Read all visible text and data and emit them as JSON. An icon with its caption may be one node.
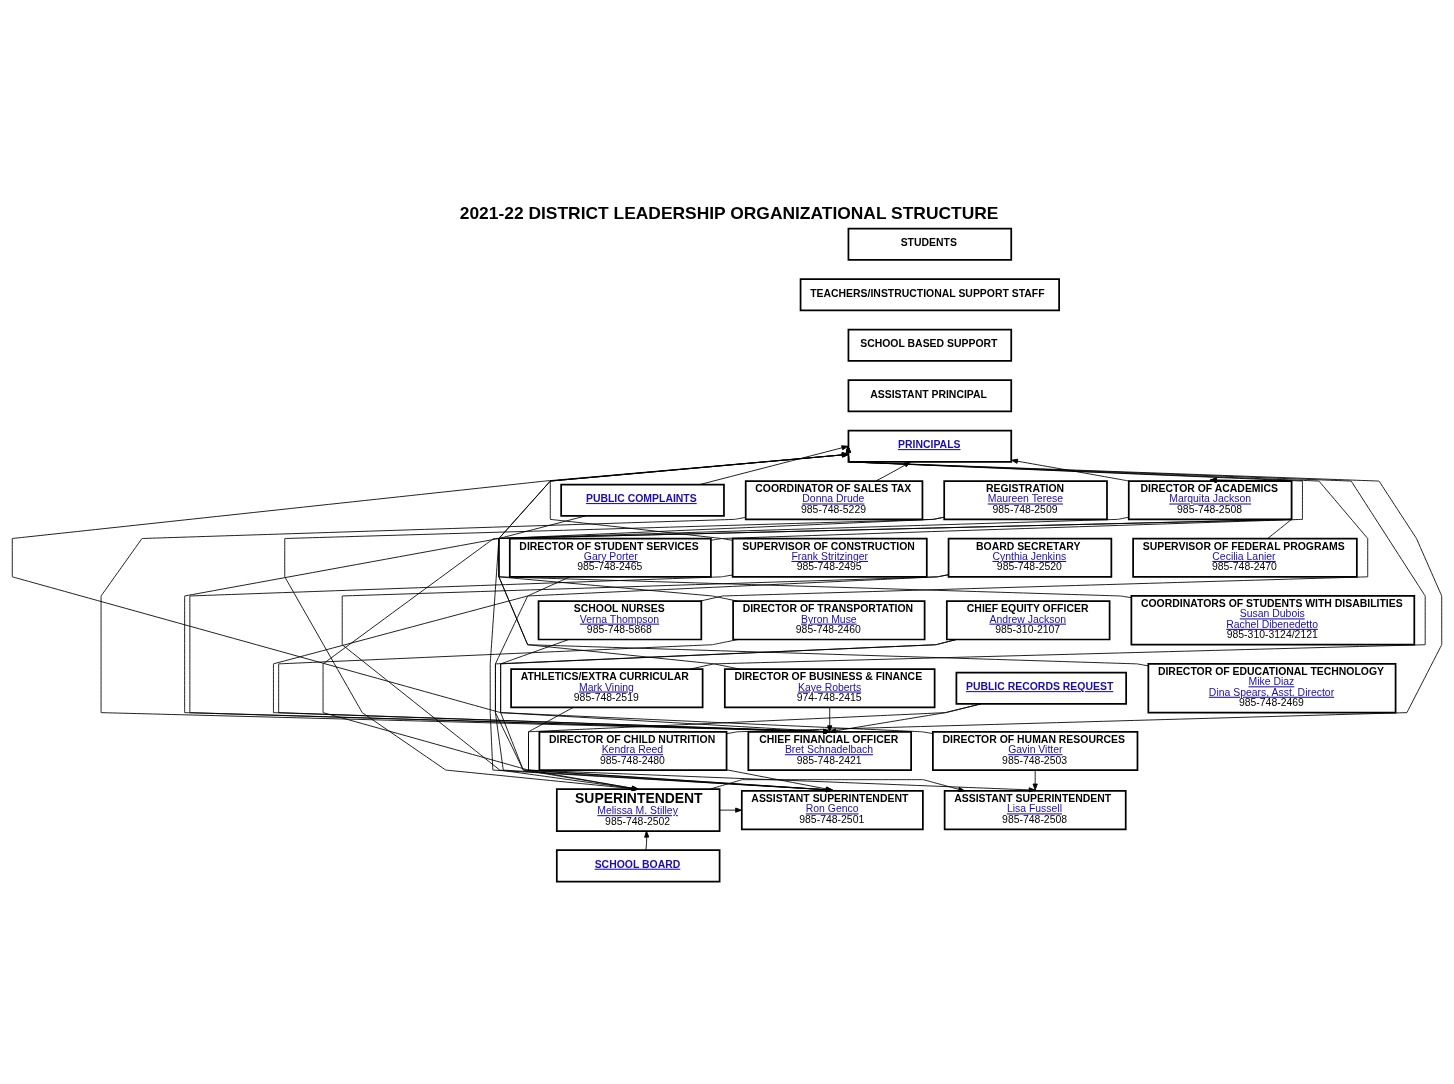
{
  "diagram": {
    "title": "2021-22 DISTRICT LEADERSHIP ORGANIZATIONAL STRUCTURE",
    "nodes": [
      {
        "text": [
          "STUDENTS"
        ]
      },
      {
        "text": [
          "TEACHERS/INSTRUCTIONAL SUPPORT STAFF"
        ]
      },
      {
        "text": [
          "SCHOOL BASED SUPPORT"
        ]
      },
      {
        "text": [
          "ASSISTANT PRINCIPAL"
        ]
      },
      {
        "text": [
          "PRINCIPALS"
        ]
      },
      {
        "text": [
          "DIRECTOR OF ACADEMICS",
          "Marquita Jackson",
          "985-748-2508"
        ]
      },
      {
        "text": [
          "PUBLIC COMPLAINTS"
        ]
      },
      {
        "text": [
          "COORDINATOR OF SALES TAX",
          "Donna Drude",
          "985-748-5229"
        ]
      },
      {
        "text": [
          "REGISTRATION",
          "Maureen Terese",
          "985-748-2509"
        ]
      },
      {
        "text": [
          "DIRECTOR OF STUDENT SERVICES",
          "Gary Porter",
          "985-748-2465"
        ]
      },
      {
        "text": [
          "SUPERVISOR OF FEDERAL PROGRAMS",
          "Cecilia Lanier",
          "985-748-2470"
        ]
      },
      {
        "text": [
          "SUPERVISOR OF CONSTRUCTION",
          "Frank Stritzinger",
          "985-748-2495"
        ]
      },
      {
        "text": [
          "BOARD SECRETARY",
          "Cynthia Jenkins",
          "985-748-2520"
        ]
      },
      {
        "text": [
          "SCHOOL NURSES",
          "Verna Thompson",
          "985-748-5868"
        ]
      },
      {
        "text": [
          "COORDINATORS OF STUDENTS WITH DISABILITIES",
          "Susan Dubois",
          "Rachel Dibenedetto",
          "985-310-3124/2121"
        ]
      },
      {
        "text": [
          "DIRECTOR OF TRANSPORTATION",
          "Byron Muse",
          "985-748-2460"
        ]
      },
      {
        "text": [
          "CHIEF EQUITY OFFICER",
          "Andrew Jackson",
          "985-310-2107"
        ]
      },
      {
        "text": [
          "ATHLETICS/EXTRA CURRICULAR",
          "Mark Vining",
          "985-748-2519"
        ]
      },
      {
        "text": [
          "DIRECTOR OF BUSINESS & FINANCE",
          "Kaye Roberts",
          "974-748-2415"
        ]
      },
      {
        "text": [
          "PUBLIC RECORDS REQUEST"
        ]
      },
      {
        "text": [
          "DIRECTOR OF EDUCATIONAL TECHNOLOGY",
          "Mike Diaz",
          "Dina Spears, Asst. Director",
          "985-748-2469"
        ]
      },
      {
        "text": [
          "DIRECTOR OF CHILD NUTRITION",
          "Kendra Reed",
          "985-748-2480"
        ]
      },
      {
        "text": [
          "CHIEF FINANCIAL OFFICER",
          "Bret Schnadelbach",
          "985-748-2421"
        ]
      },
      {
        "text": [
          "DIRECTOR OF HUMAN RESOURCES",
          "Gavin Vitter",
          "985-748-2503"
        ]
      },
      {
        "text": [
          "ASSISTANT SUPERINTENDENT",
          "Ron Genco",
          "985-748-2501"
        ]
      },
      {
        "text": [
          "SUPERINTENDENT",
          "Melissa M. Stilley",
          "985-748-2502"
        ]
      },
      {
        "text": [
          "ASSISTANT SUPERINTENDENT",
          "Lisa Fussell",
          "985-748-2508"
        ]
      },
      {
        "text": [
          "SCHOOL BOARD"
        ]
      }
    ],
    "edges": [
      {
        "from": 6,
        "to": 4,
        "arrow": "to"
      },
      {
        "from": 6,
        "to": 24,
        "arrow": "to"
      },
      {
        "from": 9,
        "to": 4,
        "arrow": "to"
      },
      {
        "from": 9,
        "to": 24,
        "arrow": "to"
      },
      {
        "from": 13,
        "to": 4,
        "arrow": "to"
      },
      {
        "from": 13,
        "to": 24,
        "arrow": "to"
      },
      {
        "from": 17,
        "to": 4,
        "arrow": "to"
      },
      {
        "from": 17,
        "to": 24,
        "arrow": "to"
      },
      {
        "from": 21,
        "to": 4,
        "arrow": "to"
      },
      {
        "from": 21,
        "to": 24,
        "arrow": "to"
      },
      {
        "from": 7,
        "to": 4,
        "arrow": "to"
      },
      {
        "from": 7,
        "to": 22,
        "arrow": "to"
      },
      {
        "from": 11,
        "to": 4,
        "arrow": "to"
      },
      {
        "from": 11,
        "to": 22,
        "arrow": "to"
      },
      {
        "from": 15,
        "to": 4,
        "arrow": "to"
      },
      {
        "from": 15,
        "to": 22,
        "arrow": "to"
      },
      {
        "from": 18,
        "to": 4,
        "arrow": "to"
      },
      {
        "from": 18,
        "to": 22,
        "arrow": "to"
      },
      {
        "from": 8,
        "to": 25,
        "arrow": "to"
      },
      {
        "from": 8,
        "to": 22,
        "arrow": "to"
      },
      {
        "from": 12,
        "to": 25,
        "arrow": "to"
      },
      {
        "from": 12,
        "to": 22,
        "arrow": "to"
      },
      {
        "from": 16,
        "to": 25,
        "arrow": "to"
      },
      {
        "from": 16,
        "to": 22,
        "arrow": "to"
      },
      {
        "from": 19,
        "to": 25,
        "arrow": "to"
      },
      {
        "from": 19,
        "to": 22,
        "arrow": "to"
      },
      {
        "from": 5,
        "to": 4,
        "arrow": "to"
      },
      {
        "from": 5,
        "to": 26,
        "arrow": "to"
      },
      {
        "from": 23,
        "to": 4,
        "arrow": "to"
      },
      {
        "from": 23,
        "to": 26,
        "arrow": "to"
      },
      {
        "from": 10,
        "to": 5,
        "arrow": "to"
      },
      {
        "from": 14,
        "to": 5,
        "arrow": "to"
      },
      {
        "from": 20,
        "to": 5,
        "arrow": "to"
      },
      {
        "from": 25,
        "to": 24,
        "arrow": "to"
      },
      {
        "from": 25,
        "to": 26,
        "arrow": "to"
      },
      {
        "from": 27,
        "to": 25,
        "arrow": "to"
      }
    ]
  }
}
